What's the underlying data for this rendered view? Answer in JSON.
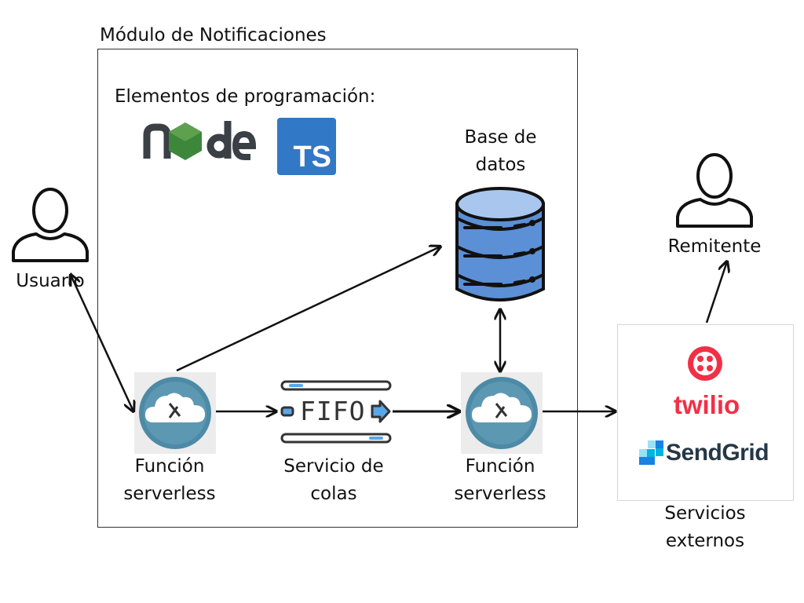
{
  "module": {
    "title": "Módulo de Notificaciones"
  },
  "programming": {
    "title": "Elementos de programación:",
    "node_logo_text": "node",
    "ts_logo_text": "TS"
  },
  "user": {
    "label": "Usuario"
  },
  "sender": {
    "label": "Remitente"
  },
  "database": {
    "label_line1": "Base de",
    "label_line2": "datos"
  },
  "function1": {
    "label_line1": "Función",
    "label_line2": "serverless"
  },
  "queue": {
    "label_line1": "Servicio de",
    "label_line2": "colas",
    "fifo_text": "FIFO"
  },
  "function2": {
    "label_line1": "Función",
    "label_line2": "serverless"
  },
  "external": {
    "label_line1": "Servicios",
    "label_line2": "externos",
    "twilio_text": "twilio",
    "sendgrid_text": "SendGrid"
  },
  "colors": {
    "node_green": "#3c873a",
    "node_dark": "#3b3f46",
    "ts_blue": "#3178c6",
    "db_blue": "#5b8fd6",
    "db_light": "#a9c6ef",
    "twilio_red": "#f22f46",
    "sendgrid_blue": "#1a82e2",
    "cloud_teal": "#4d8aa6"
  }
}
